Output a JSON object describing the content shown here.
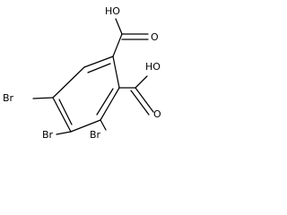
{
  "molecule": {
    "labels": {
      "carboxyl_top_oh": "HO",
      "carboxyl_top_o": "O",
      "carboxyl_right_oh": "HO",
      "carboxyl_right_o": "O",
      "bromine_left": "Br",
      "bromine_bottom_left": "Br",
      "bromine_bottom_right": "Br"
    }
  }
}
